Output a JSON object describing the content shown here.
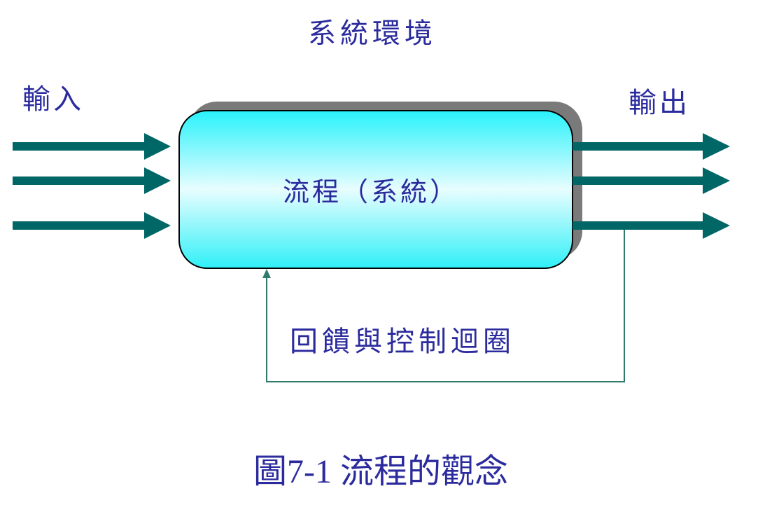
{
  "diagram": {
    "environment_label": "系統環境",
    "input_label": "輸入",
    "output_label": "輸出",
    "process_label": "流程（系統）",
    "feedback_label": "回饋與控制迴圈",
    "caption": "圖7-1 流程的觀念"
  },
  "colors": {
    "text": "#2b2b9e",
    "arrows": "#006666",
    "box_gradient_top": "#28f2fb",
    "box_gradient_mid": "#e8fdff",
    "box_gradient_bottom": "#2ff0f7",
    "box_shadow": "#7a7a7a",
    "feedback_line": "#2e7a6b"
  }
}
